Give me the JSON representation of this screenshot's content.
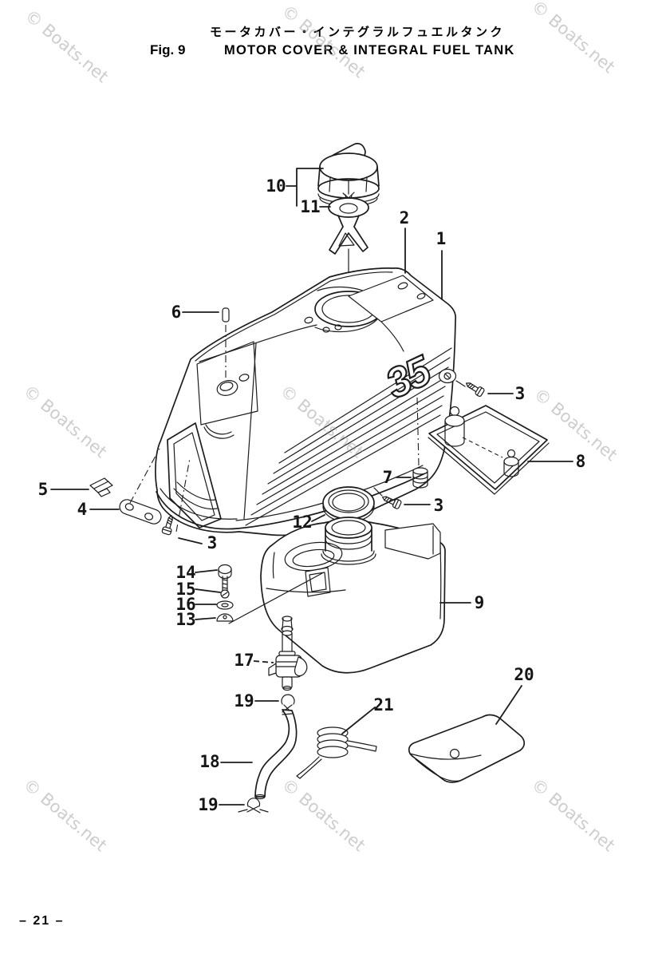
{
  "header": {
    "figure_label": "Fig. 9",
    "title_jp": "モータカバー・インテグラルフュエルタンク",
    "title_en": "MOTOR COVER & INTEGRAL FUEL TANK"
  },
  "footer": {
    "page_number": "– 21 –"
  },
  "watermark": {
    "text": "© Boats.net"
  },
  "diagram": {
    "type": "exploded-parts-diagram",
    "subject": "Outboard motor cover and integral fuel tank",
    "cover_logo": "35",
    "callouts": [
      {
        "part": "10"
      },
      {
        "part": "11"
      },
      {
        "part": "2"
      },
      {
        "part": "1"
      },
      {
        "part": "6"
      },
      {
        "part": "3"
      },
      {
        "part": "8"
      },
      {
        "part": "5"
      },
      {
        "part": "4"
      },
      {
        "part": "7"
      },
      {
        "part": "3"
      },
      {
        "part": "12"
      },
      {
        "part": "3"
      },
      {
        "part": "14"
      },
      {
        "part": "15"
      },
      {
        "part": "16"
      },
      {
        "part": "13"
      },
      {
        "part": "9"
      },
      {
        "part": "17"
      },
      {
        "part": "19"
      },
      {
        "part": "18"
      },
      {
        "part": "19"
      },
      {
        "part": "21"
      },
      {
        "part": "20"
      }
    ]
  }
}
